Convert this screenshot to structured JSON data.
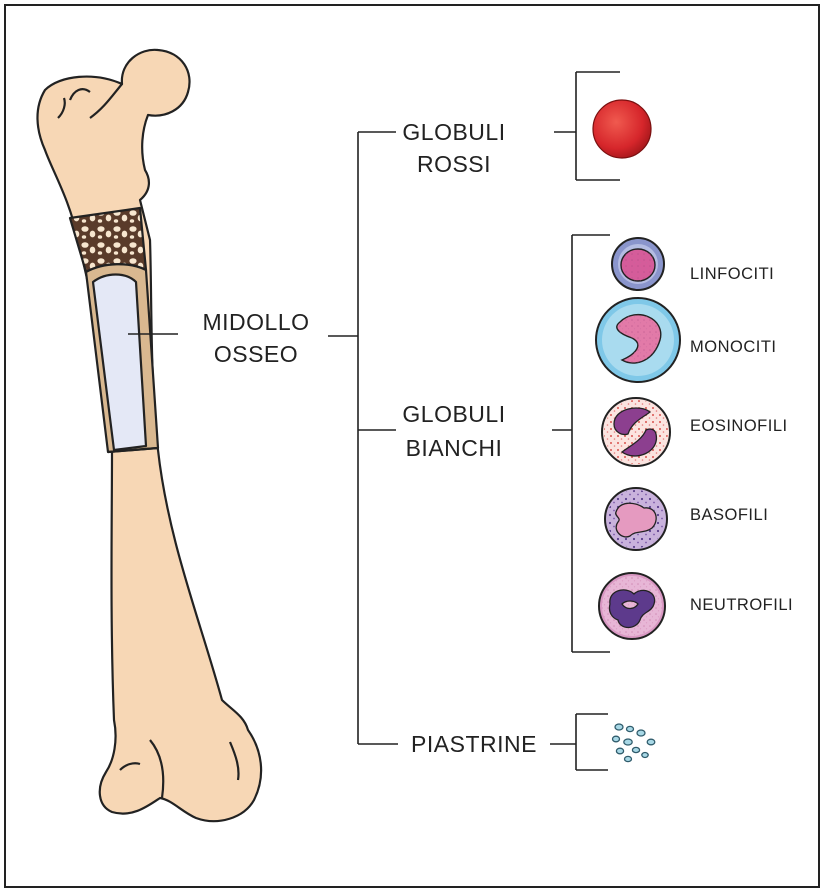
{
  "marrow": {
    "line1": "MIDOLLO",
    "line2": "OSSEO"
  },
  "categories": {
    "red": {
      "line1": "GLOBULI",
      "line2": "ROSSI"
    },
    "white": {
      "line1": "GLOBULI",
      "line2": "BIANCHI"
    },
    "platelets": {
      "label": "PIASTRINE"
    }
  },
  "white_cells": [
    {
      "label": "LINFOCITI",
      "icon": "lymphocyte-icon"
    },
    {
      "label": "MONOCITI",
      "icon": "monocyte-icon"
    },
    {
      "label": "EOSINOFILI",
      "icon": "eosinophil-icon"
    },
    {
      "label": "BASOFILI",
      "icon": "basophil-icon"
    },
    {
      "label": "NEUTROFILI",
      "icon": "neutrophil-icon"
    }
  ],
  "colors": {
    "bone": "#f7d7b5",
    "marrow_cavity": "#e4e8f6",
    "red_cell": "#d6262b",
    "monocyte_cytoplasm": "#7fc8e8",
    "nucleus_pink": "#d8609a",
    "nucleus_purple": "#8c3f8f",
    "outline": "#222222"
  }
}
